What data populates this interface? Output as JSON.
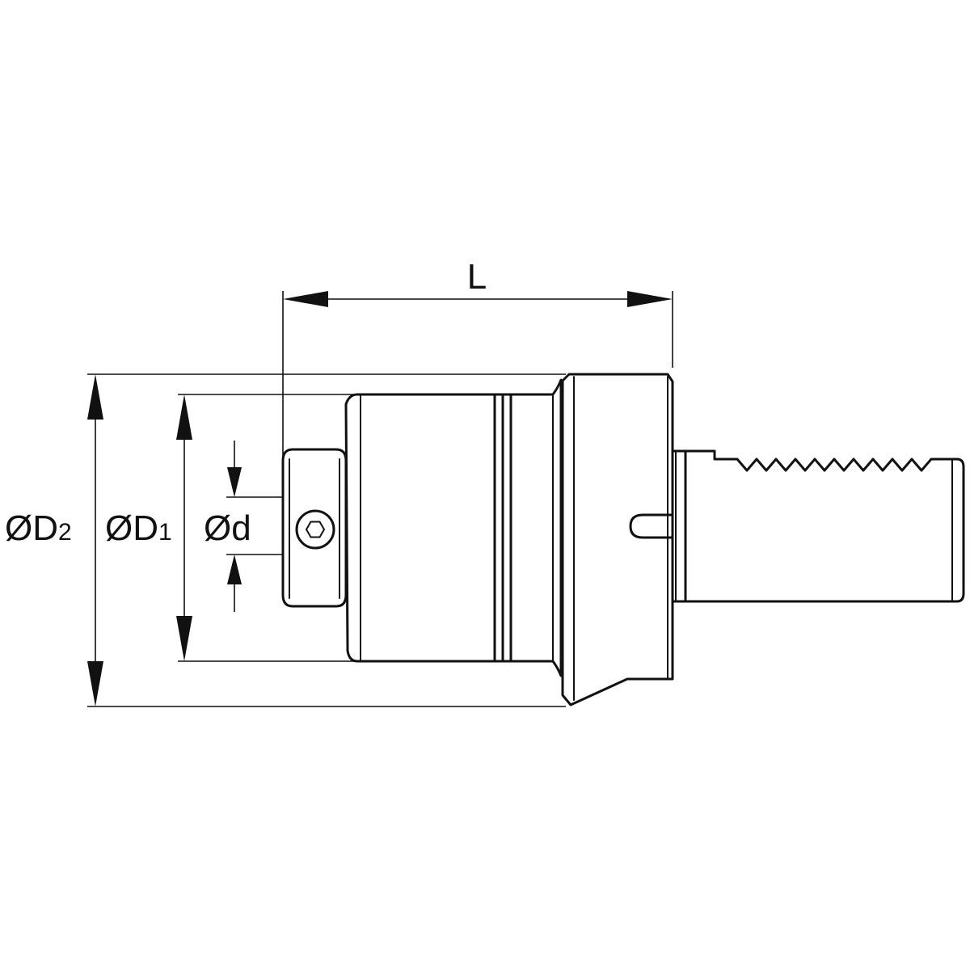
{
  "labels": {
    "length": "L",
    "outer_diameter": {
      "main": "ØD",
      "sub": "2"
    },
    "body_diameter": {
      "main": "ØD",
      "sub": "1"
    },
    "bore_diameter": "Ød"
  },
  "colors": {
    "line": "#111111",
    "background": "#ffffff"
  }
}
